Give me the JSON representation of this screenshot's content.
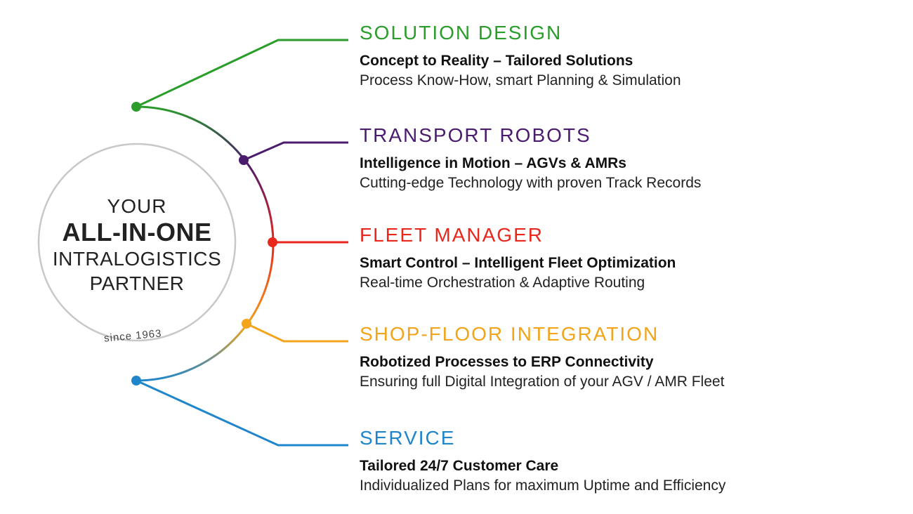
{
  "center": {
    "line1": "YOUR",
    "line2": "ALL-IN-ONE",
    "line3": "INTRALOGISTICS",
    "line4": "PARTNER",
    "since": "since 1963"
  },
  "items": [
    {
      "title": "SOLUTION DESIGN",
      "subtitle": "Concept to Reality – Tailored Solutions",
      "description": "Process Know-How, smart Planning & Simulation",
      "color": "#2a9d2a"
    },
    {
      "title": "TRANSPORT ROBOTS",
      "subtitle": "Intelligence in Motion – AGVs & AMRs",
      "description": "Cutting-edge Technology with proven Track Records",
      "color": "#4b1b6e"
    },
    {
      "title": "FLEET MANAGER",
      "subtitle": "Smart Control – Intelligent Fleet Optimization",
      "description": "Real-time Orchestration & Adaptive Routing",
      "color": "#e8271d"
    },
    {
      "title": "SHOP-FLOOR INTEGRATION",
      "subtitle": "Robotized Processes to ERP Connectivity",
      "description": "Ensuring full Digital Integration of your AGV / AMR Fleet",
      "color": "#f2a41b"
    },
    {
      "title": "SERVICE",
      "subtitle": "Tailored 24/7 Customer Care",
      "description": "Individualized Plans for maximum Uptime and Efficiency",
      "color": "#1f86cc"
    }
  ]
}
